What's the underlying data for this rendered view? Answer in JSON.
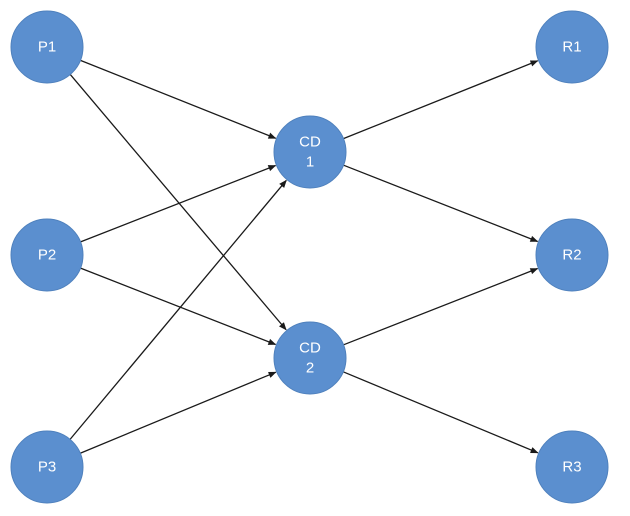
{
  "colors": {
    "node_fill": "#5b8fcf",
    "node_stroke": "#4f81bd",
    "edge": "#1a1a1a",
    "label": "#ffffff"
  },
  "nodes": [
    {
      "id": "P1",
      "lines": [
        "P1"
      ]
    },
    {
      "id": "P2",
      "lines": [
        "P2"
      ]
    },
    {
      "id": "P3",
      "lines": [
        "P3"
      ]
    },
    {
      "id": "CD1",
      "lines": [
        "CD",
        "1"
      ]
    },
    {
      "id": "CD2",
      "lines": [
        "CD",
        "2"
      ]
    },
    {
      "id": "R1",
      "lines": [
        "R1"
      ]
    },
    {
      "id": "R2",
      "lines": [
        "R2"
      ]
    },
    {
      "id": "R3",
      "lines": [
        "R3"
      ]
    }
  ],
  "edges": [
    {
      "from": "P1",
      "to": "CD1"
    },
    {
      "from": "P1",
      "to": "CD2"
    },
    {
      "from": "P2",
      "to": "CD1"
    },
    {
      "from": "P2",
      "to": "CD2"
    },
    {
      "from": "P3",
      "to": "CD1"
    },
    {
      "from": "P3",
      "to": "CD2"
    },
    {
      "from": "CD1",
      "to": "R1"
    },
    {
      "from": "CD1",
      "to": "R2"
    },
    {
      "from": "CD2",
      "to": "R2"
    },
    {
      "from": "CD2",
      "to": "R3"
    }
  ]
}
